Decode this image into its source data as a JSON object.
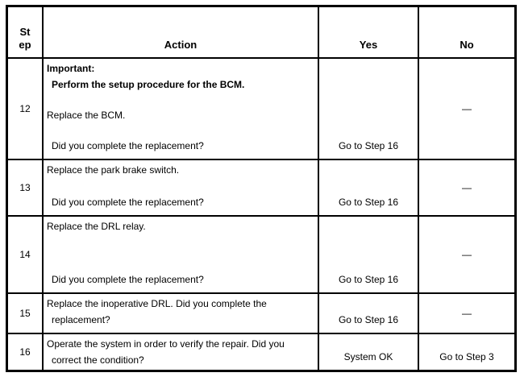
{
  "colors": {
    "border": "#000000",
    "background": "#ffffff",
    "text": "#000000"
  },
  "table": {
    "header": {
      "step": "Step",
      "action": "Action",
      "yes": "Yes",
      "no": "No"
    },
    "rows": [
      {
        "step": "12",
        "important_label": "Important:",
        "important_text": "Perform the setup procedure for the BCM.",
        "action_main": "Replace the BCM.",
        "action_question": "Did you complete the replacement?",
        "yes": "Go to Step 16",
        "no": "—"
      },
      {
        "step": "13",
        "action_main": "Replace the park brake switch.",
        "action_question": "Did you complete the replacement?",
        "yes": "Go to Step 16",
        "no": "—"
      },
      {
        "step": "14",
        "action_main": "Replace the DRL relay.",
        "action_question": "Did you complete the replacement?",
        "yes": "Go to Step 16",
        "no": "—"
      },
      {
        "step": "15",
        "action_text": "Replace the inoperative DRL. Did you complete the replacement?",
        "yes": "Go to Step 16",
        "no": "—"
      },
      {
        "step": "16",
        "action_text": "Operate the system in order to verify the repair. Did you correct the condition?",
        "yes": "System OK",
        "no": "Go to Step 3"
      }
    ]
  }
}
